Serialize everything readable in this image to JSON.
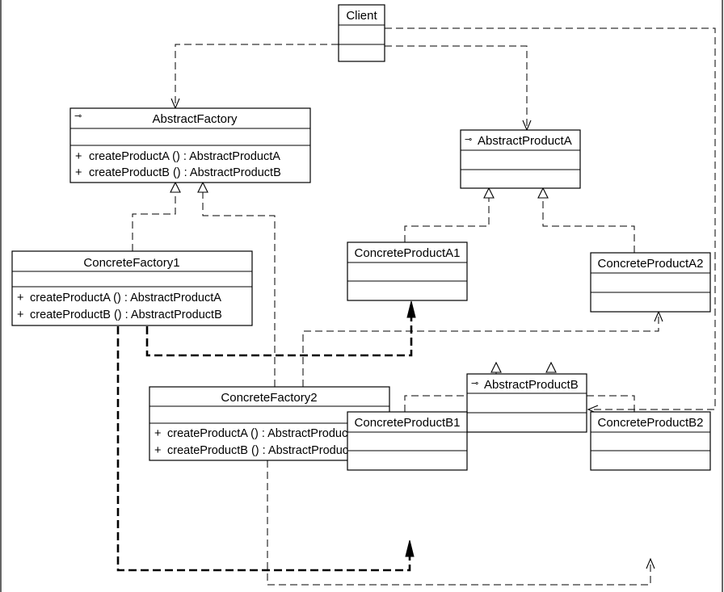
{
  "diagram": {
    "classes": {
      "client": {
        "name": "Client"
      },
      "abstract_factory": {
        "name": "AbstractFactory",
        "ops": [
          {
            "vis": "+",
            "text": "createProductA ()  : AbstractProductA"
          },
          {
            "vis": "+",
            "text": "createProductB ()  : AbstractProductB"
          }
        ]
      },
      "concrete_factory1": {
        "name": "ConcreteFactory1",
        "ops": [
          {
            "vis": "+",
            "text": "createProductA ()  : AbstractProductA"
          },
          {
            "vis": "+",
            "text": "createProductB ()  : AbstractProductB"
          }
        ]
      },
      "concrete_factory2": {
        "name": "ConcreteFactory2",
        "ops": [
          {
            "vis": "+",
            "text": "createProductA ()  : AbstractProductA"
          },
          {
            "vis": "+",
            "text": "createProductB ()  : AbstractProductB"
          }
        ]
      },
      "abstract_product_a": {
        "name": "AbstractProductA"
      },
      "concrete_product_a1": {
        "name": "ConcreteProductA1"
      },
      "concrete_product_a2": {
        "name": "ConcreteProductA2"
      },
      "abstract_product_b": {
        "name": "AbstractProductB"
      },
      "concrete_product_b1": {
        "name": "ConcreteProductB1"
      },
      "concrete_product_b2": {
        "name": "ConcreteProductB2"
      }
    },
    "relations": [
      {
        "type": "dependency",
        "from": "Client",
        "to": "AbstractFactory"
      },
      {
        "type": "dependency",
        "from": "Client",
        "to": "AbstractProductA"
      },
      {
        "type": "dependency",
        "from": "Client",
        "to": "AbstractProductB"
      },
      {
        "type": "realization",
        "from": "ConcreteFactory1",
        "to": "AbstractFactory"
      },
      {
        "type": "realization",
        "from": "ConcreteFactory2",
        "to": "AbstractFactory"
      },
      {
        "type": "realization",
        "from": "ConcreteProductA1",
        "to": "AbstractProductA"
      },
      {
        "type": "realization",
        "from": "ConcreteProductA2",
        "to": "AbstractProductA"
      },
      {
        "type": "realization",
        "from": "ConcreteProductB1",
        "to": "AbstractProductB"
      },
      {
        "type": "realization",
        "from": "ConcreteProductB2",
        "to": "AbstractProductB"
      },
      {
        "type": "dependency-bold",
        "from": "ConcreteFactory1",
        "to": "ConcreteProductA1"
      },
      {
        "type": "dependency-bold",
        "from": "ConcreteFactory1",
        "to": "ConcreteProductB1"
      },
      {
        "type": "dependency",
        "from": "ConcreteFactory2",
        "to": "ConcreteProductA2"
      },
      {
        "type": "dependency",
        "from": "ConcreteFactory2",
        "to": "ConcreteProductB2"
      }
    ]
  }
}
